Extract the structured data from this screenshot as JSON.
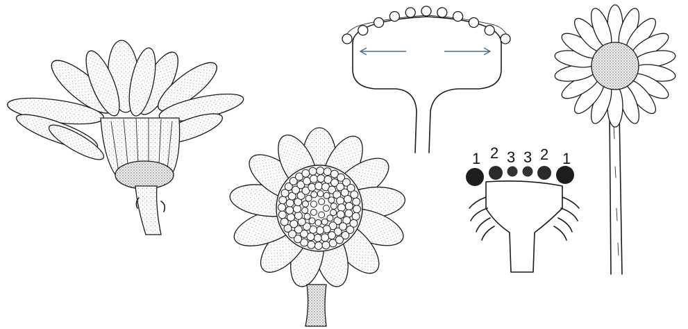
{
  "figure": {
    "panels": [
      {
        "id": "side-view",
        "description_key": "flower-head-side"
      },
      {
        "id": "top-view",
        "description_key": "flower-head-top"
      },
      {
        "id": "receptacle-section",
        "description_key": "receptacle-long-section"
      },
      {
        "id": "floret-order",
        "description_key": "floret-maturation-order"
      },
      {
        "id": "whole-plant",
        "description_key": "flower-on-stem"
      }
    ],
    "maturation_labels": [
      "1",
      "2",
      "3",
      "3",
      "2",
      "1"
    ]
  }
}
